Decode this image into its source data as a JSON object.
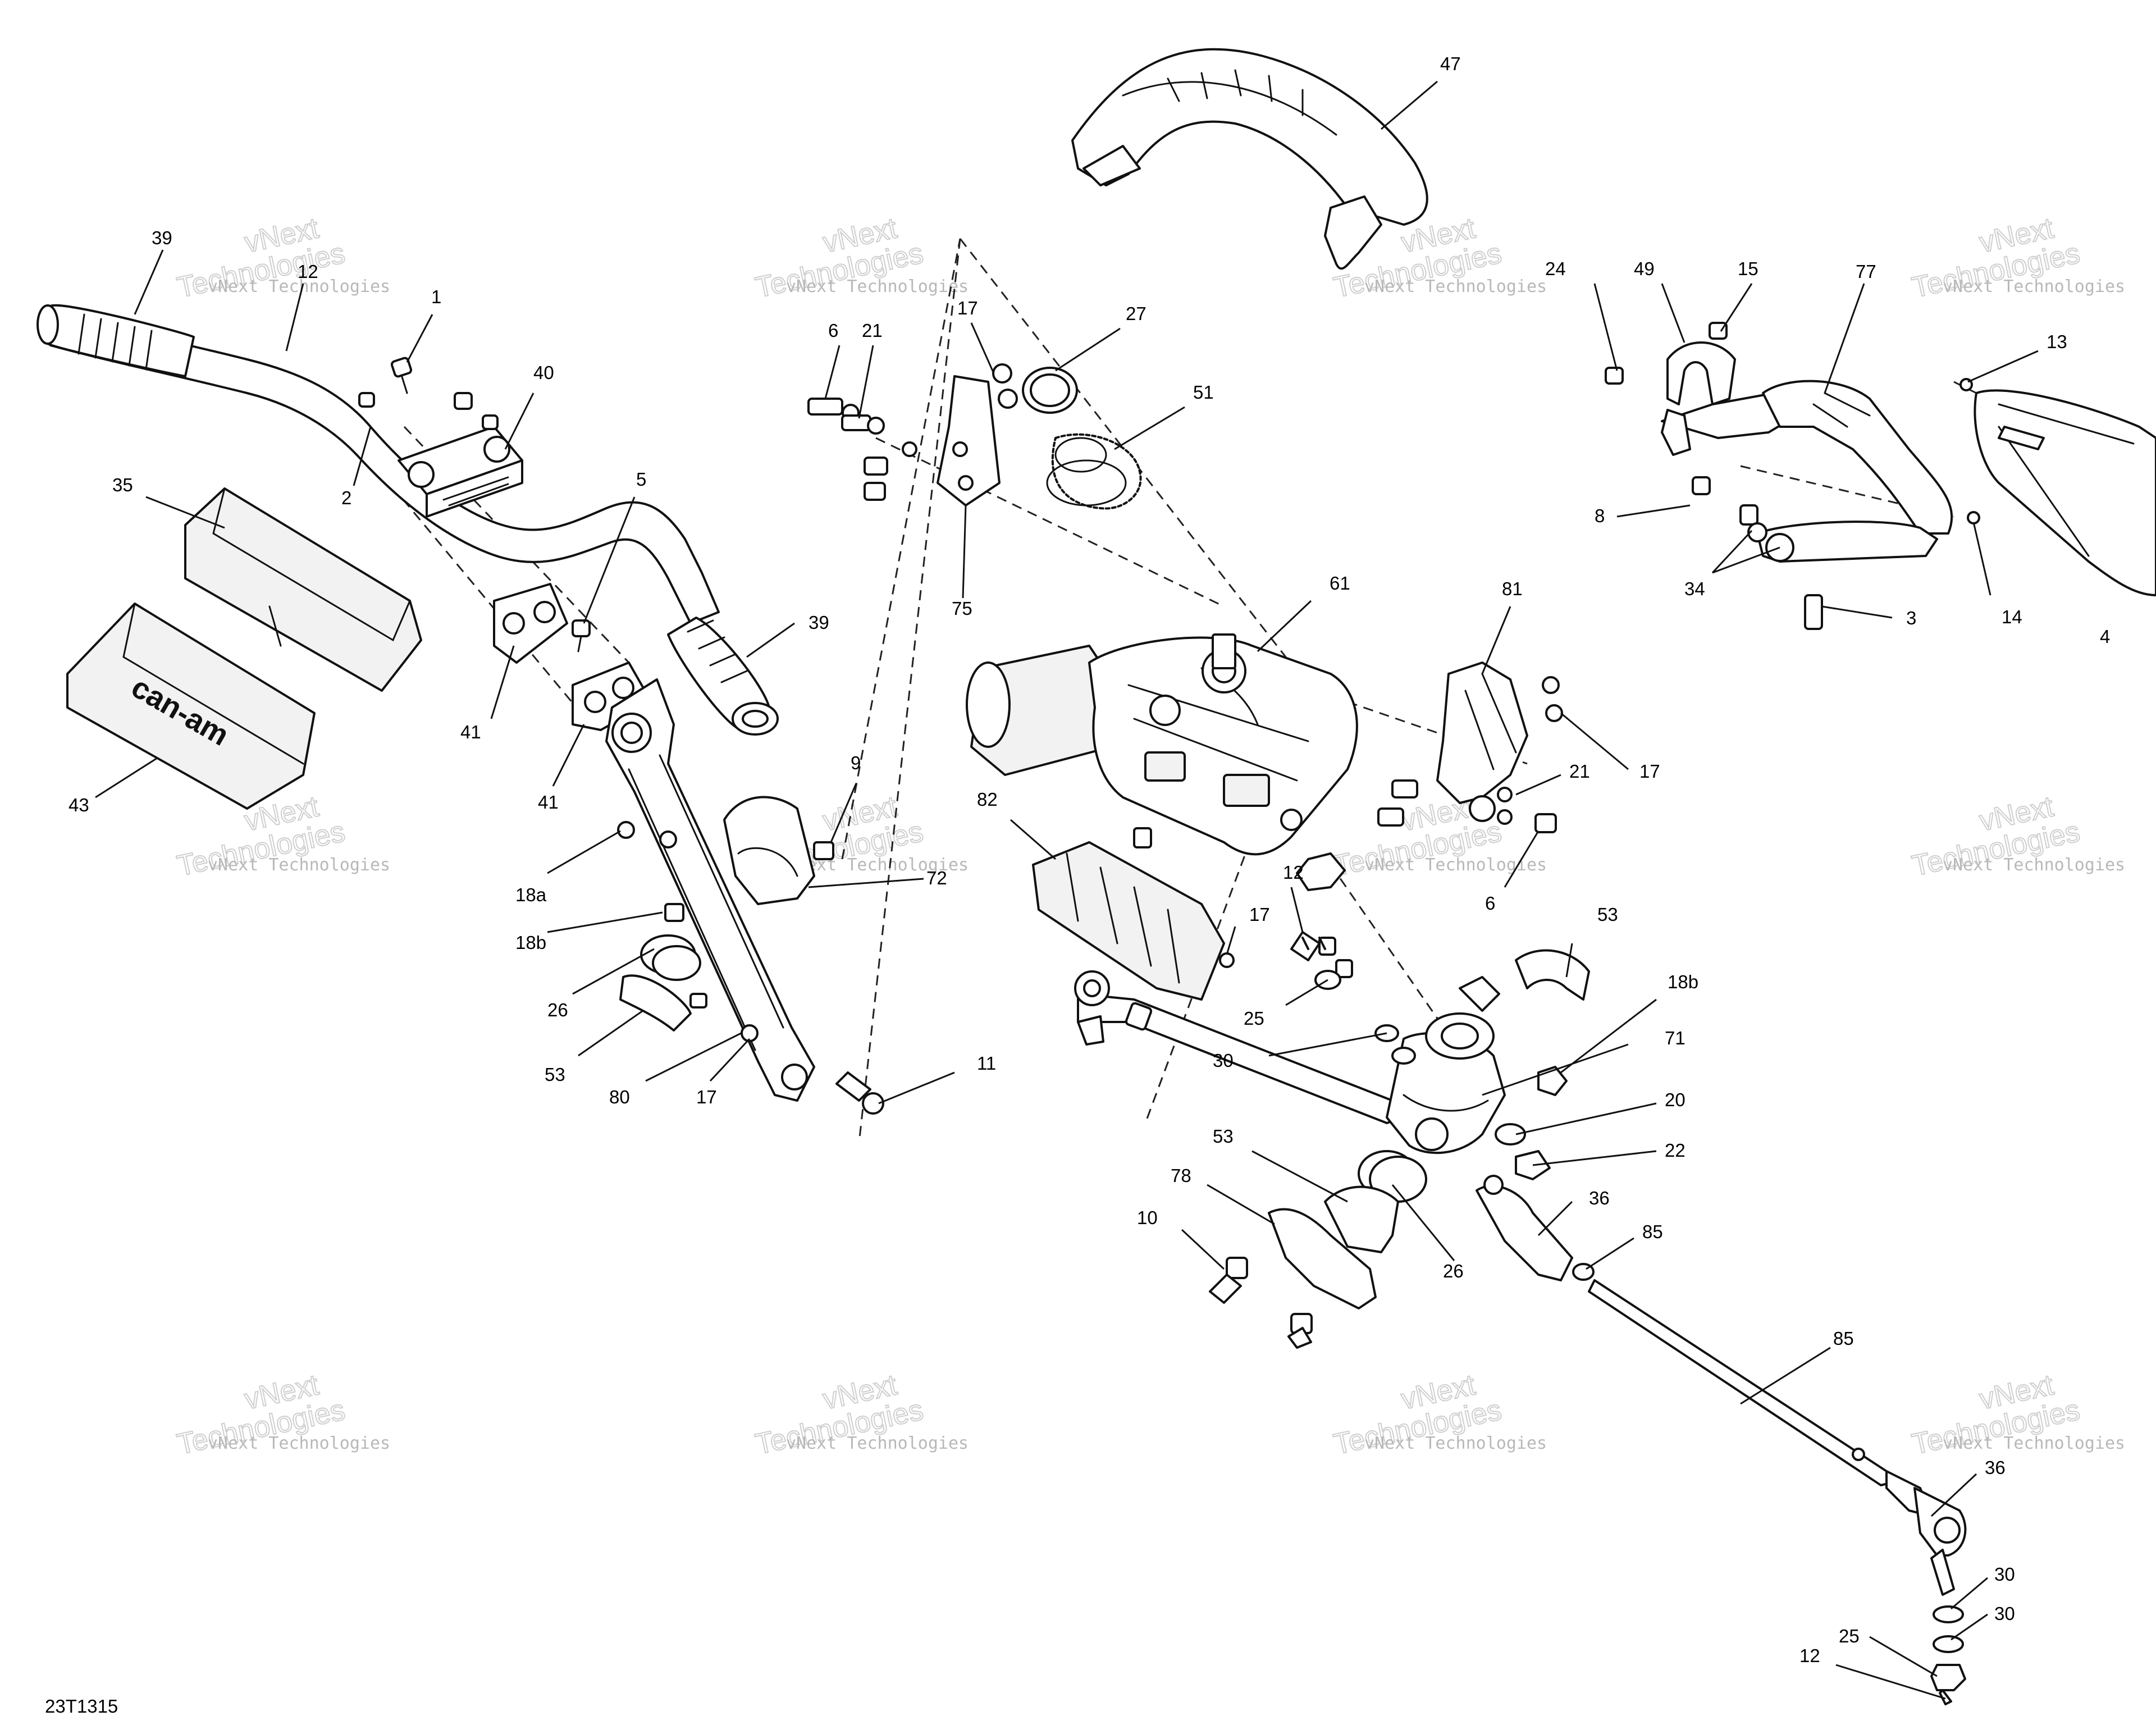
{
  "diagram": {
    "figure_code": "23T1315",
    "watermark": {
      "line1": "vNext",
      "line2": "Technologies",
      "caption": "vNext Technologies"
    },
    "callouts": [
      {
        "id": "c-39a",
        "label": "39"
      },
      {
        "id": "c-12a",
        "label": "12"
      },
      {
        "id": "c-1",
        "label": "1"
      },
      {
        "id": "c-40",
        "label": "40"
      },
      {
        "id": "c-2",
        "label": "2"
      },
      {
        "id": "c-35",
        "label": "35"
      },
      {
        "id": "c-5",
        "label": "5"
      },
      {
        "id": "c-39b",
        "label": "39"
      },
      {
        "id": "c-41a",
        "label": "41"
      },
      {
        "id": "c-41b",
        "label": "41"
      },
      {
        "id": "c-43",
        "label": "43"
      },
      {
        "id": "c-18a",
        "label": "18a"
      },
      {
        "id": "c-18b-left",
        "label": "18b"
      },
      {
        "id": "c-26a",
        "label": "26"
      },
      {
        "id": "c-53a",
        "label": "53"
      },
      {
        "id": "c-80",
        "label": "80"
      },
      {
        "id": "c-17a",
        "label": "17"
      },
      {
        "id": "c-11",
        "label": "11"
      },
      {
        "id": "c-9",
        "label": "9"
      },
      {
        "id": "c-72",
        "label": "72"
      },
      {
        "id": "c-6a",
        "label": "6"
      },
      {
        "id": "c-21a",
        "label": "21"
      },
      {
        "id": "c-17b",
        "label": "17"
      },
      {
        "id": "c-27",
        "label": "27"
      },
      {
        "id": "c-51",
        "label": "51"
      },
      {
        "id": "c-75",
        "label": "75"
      },
      {
        "id": "c-47",
        "label": "47"
      },
      {
        "id": "c-61",
        "label": "61"
      },
      {
        "id": "c-82",
        "label": "82"
      },
      {
        "id": "c-17c",
        "label": "17"
      },
      {
        "id": "c-12b",
        "label": "12"
      },
      {
        "id": "c-81",
        "label": "81"
      },
      {
        "id": "c-17d",
        "label": "17"
      },
      {
        "id": "c-21b",
        "label": "21"
      },
      {
        "id": "c-6b",
        "label": "6"
      },
      {
        "id": "c-24",
        "label": "24"
      },
      {
        "id": "c-49",
        "label": "49"
      },
      {
        "id": "c-15",
        "label": "15"
      },
      {
        "id": "c-77",
        "label": "77"
      },
      {
        "id": "c-13",
        "label": "13"
      },
      {
        "id": "c-8",
        "label": "8"
      },
      {
        "id": "c-34",
        "label": "34"
      },
      {
        "id": "c-3",
        "label": "3"
      },
      {
        "id": "c-14",
        "label": "14"
      },
      {
        "id": "c-4",
        "label": "4"
      },
      {
        "id": "c-53b",
        "label": "53"
      },
      {
        "id": "c-18b-right",
        "label": "18b"
      },
      {
        "id": "c-25a",
        "label": "25"
      },
      {
        "id": "c-71",
        "label": "71"
      },
      {
        "id": "c-30a",
        "label": "30"
      },
      {
        "id": "c-20",
        "label": "20"
      },
      {
        "id": "c-22",
        "label": "22"
      },
      {
        "id": "c-53c",
        "label": "53"
      },
      {
        "id": "c-78",
        "label": "78"
      },
      {
        "id": "c-36a",
        "label": "36"
      },
      {
        "id": "c-10",
        "label": "10"
      },
      {
        "id": "c-85a",
        "label": "85"
      },
      {
        "id": "c-26b",
        "label": "26"
      },
      {
        "id": "c-85b",
        "label": "85"
      },
      {
        "id": "c-36b",
        "label": "36"
      },
      {
        "id": "c-30b",
        "label": "30"
      },
      {
        "id": "c-30c",
        "label": "30"
      },
      {
        "id": "c-25b",
        "label": "25"
      },
      {
        "id": "c-12c",
        "label": "12"
      }
    ]
  }
}
